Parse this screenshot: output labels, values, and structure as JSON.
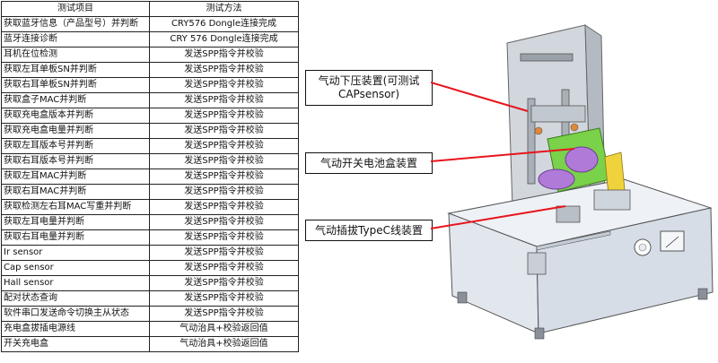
{
  "table": {
    "headers": [
      "测试项目",
      "测试方法"
    ],
    "rows": [
      {
        "item": "获取蓝牙信息（产品型号）并判断",
        "method": "CRY576 Dongle连接完成"
      },
      {
        "item": "蓝牙连接诊断",
        "method": "CRY 576 Dongle连接完成"
      },
      {
        "item": "耳机在位检测",
        "method": "发送SPP指令并校验"
      },
      {
        "item": "获取左耳单板SN并判断",
        "method": "发送SPP指令并校验"
      },
      {
        "item": "获取右耳单板SN并判断",
        "method": "发送SPP指令并校验"
      },
      {
        "item": "获取盒子MAC并判断",
        "method": "发送SPP指令并校验"
      },
      {
        "item": "获取充电盒版本并判断",
        "method": "发送SPP指令并校验"
      },
      {
        "item": "获取充电盒电量并判断",
        "method": "发送SPP指令并校验"
      },
      {
        "item": "获取左耳版本号并判断",
        "method": "发送SPP指令并校验"
      },
      {
        "item": "获取右耳版本号并判断",
        "method": "发送SPP指令并校验"
      },
      {
        "item": "获取左耳MAC并判断",
        "method": "发送SPP指令并校验"
      },
      {
        "item": "获取右耳MAC并判断",
        "method": "发送SPP指令并校验"
      },
      {
        "item": "获取检测左右耳MAC写重并判断",
        "method": "发送SPP指令并校验"
      },
      {
        "item": "获取左耳电量并判断",
        "method": "发送SPP指令并校验"
      },
      {
        "item": "获取右耳电量并判断",
        "method": "发送SPP指令并校验"
      },
      {
        "item": "Ir sensor",
        "method": "发送SPP指令并校验"
      },
      {
        "item": "Cap sensor",
        "method": "发送SPP指令并校验"
      },
      {
        "item": "Hall sensor",
        "method": "发送SPP指令并校验"
      },
      {
        "item": "配对状态查询",
        "method": "发送SPP指令并校验"
      },
      {
        "item": "软件串口发送命令切换主从状态",
        "method": "发送SPP指令并校验"
      },
      {
        "item": "充电盒拔插电源线",
        "method": "气动治具+校验返回值"
      },
      {
        "item": "开关充电盒",
        "method": "气动治具+校验返回值"
      }
    ]
  },
  "callouts": [
    {
      "label": "气动下压装置(可测试CAPsensor)"
    },
    {
      "label": "气动开关电池盒装置"
    },
    {
      "label": "气动插拔TypeC线装置"
    }
  ],
  "colors": {
    "leader_line": "#e8141c",
    "machine_body": "#dfe5ee",
    "frame": "#b9bfc6",
    "highlight_green": "#7ad14a",
    "highlight_purple": "#b07ad8",
    "highlight_yellow": "#f0d23c"
  }
}
